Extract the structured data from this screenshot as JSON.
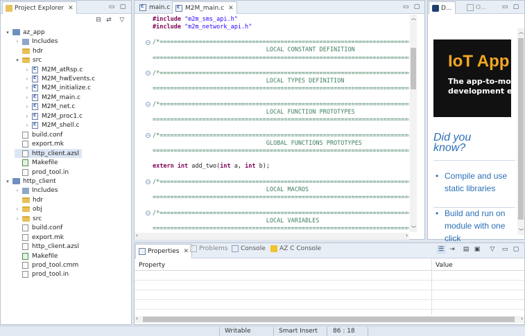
{
  "explorer": {
    "title": "Project Explorer",
    "close": "✕",
    "items": [
      {
        "label": "az_app",
        "icon": "project-icon",
        "level": 0,
        "arrow": "▾"
      },
      {
        "label": "Includes",
        "icon": "includes-icon",
        "level": 1,
        "arrow": "›"
      },
      {
        "label": "hdr",
        "icon": "folder-icon",
        "level": 1,
        "arrow": ""
      },
      {
        "label": "src",
        "icon": "folder-icon",
        "level": 1,
        "arrow": "▾"
      },
      {
        "label": "M2M_atRsp.c",
        "icon": "c-file-icon",
        "level": 2,
        "arrow": "›"
      },
      {
        "label": "M2M_hwEvents.c",
        "icon": "c-file-icon",
        "level": 2,
        "arrow": "›"
      },
      {
        "label": "M2M_initialize.c",
        "icon": "c-file-icon",
        "level": 2,
        "arrow": "›"
      },
      {
        "label": "M2M_main.c",
        "icon": "c-file-icon",
        "level": 2,
        "arrow": "›"
      },
      {
        "label": "M2M_net.c",
        "icon": "c-file-icon",
        "level": 2,
        "arrow": "›"
      },
      {
        "label": "M2M_proc1.c",
        "icon": "c-file-icon",
        "level": 2,
        "arrow": "›"
      },
      {
        "label": "M2M_shell.c",
        "icon": "c-file-icon",
        "level": 2,
        "arrow": "›"
      },
      {
        "label": "build.conf",
        "icon": "file-icon",
        "level": 1,
        "arrow": ""
      },
      {
        "label": "export.mk",
        "icon": "file-icon",
        "level": 1,
        "arrow": ""
      },
      {
        "label": "http_client.azsl",
        "icon": "file-icon",
        "level": 1,
        "arrow": "",
        "selected": true
      },
      {
        "label": "Makefile",
        "icon": "makefile-icon",
        "level": 1,
        "arrow": ""
      },
      {
        "label": "prod_tool.in",
        "icon": "file-icon",
        "level": 1,
        "arrow": ""
      },
      {
        "label": "http_client",
        "icon": "project-icon",
        "level": 0,
        "arrow": "▾"
      },
      {
        "label": "Includes",
        "icon": "includes-icon",
        "level": 1,
        "arrow": "›"
      },
      {
        "label": "hdr",
        "icon": "folder-icon",
        "level": 1,
        "arrow": ""
      },
      {
        "label": "obj",
        "icon": "folder-icon",
        "level": 1,
        "arrow": "›"
      },
      {
        "label": "src",
        "icon": "folder-icon",
        "level": 1,
        "arrow": "›"
      },
      {
        "label": "build.conf",
        "icon": "file-icon",
        "level": 1,
        "arrow": ""
      },
      {
        "label": "export.mk",
        "icon": "file-icon",
        "level": 1,
        "arrow": ""
      },
      {
        "label": "http_client.azsl",
        "icon": "file-icon",
        "level": 1,
        "arrow": ""
      },
      {
        "label": "Makefile",
        "icon": "makefile-icon",
        "level": 1,
        "arrow": ""
      },
      {
        "label": "prod_tool.cmm",
        "icon": "file-icon",
        "level": 1,
        "arrow": ""
      },
      {
        "label": "prod_tool.in",
        "icon": "file-icon",
        "level": 1,
        "arrow": ""
      }
    ]
  },
  "editor": {
    "tabs": [
      {
        "label": "main.c",
        "active": false
      },
      {
        "label": "M2M_main.c",
        "active": true,
        "close": "✕"
      }
    ],
    "lines": [
      {
        "fold": false,
        "parts": [
          {
            "t": "kw",
            "v": "#include "
          },
          {
            "t": "str",
            "v": "\"m2m_sms_api.h\""
          }
        ]
      },
      {
        "fold": false,
        "parts": [
          {
            "t": "kw",
            "v": "#include "
          },
          {
            "t": "str",
            "v": "\"m2m_network_api.h\""
          }
        ]
      },
      {
        "fold": false,
        "parts": []
      },
      {
        "fold": true,
        "parts": [
          {
            "t": "cm",
            "v": "/*=========================================================================="
          }
        ]
      },
      {
        "fold": false,
        "parts": [
          {
            "t": "cm",
            "v": "                                LOCAL CONSTANT DEFINITION"
          }
        ]
      },
      {
        "fold": false,
        "parts": [
          {
            "t": "cm",
            "v": "==========================================================================="
          }
        ]
      },
      {
        "fold": false,
        "parts": []
      },
      {
        "fold": true,
        "parts": [
          {
            "t": "cm",
            "v": "/*=========================================================================="
          }
        ]
      },
      {
        "fold": false,
        "parts": [
          {
            "t": "cm",
            "v": "                                LOCAL TYPES DEFINITION"
          }
        ]
      },
      {
        "fold": false,
        "parts": [
          {
            "t": "cm",
            "v": "==========================================================================="
          }
        ]
      },
      {
        "fold": false,
        "parts": []
      },
      {
        "fold": true,
        "parts": [
          {
            "t": "cm",
            "v": "/*=========================================================================="
          }
        ]
      },
      {
        "fold": false,
        "parts": [
          {
            "t": "cm",
            "v": "                                LOCAL FUNCTION PROTOTYPES"
          }
        ]
      },
      {
        "fold": false,
        "parts": [
          {
            "t": "cm",
            "v": "==========================================================================="
          }
        ]
      },
      {
        "fold": false,
        "parts": []
      },
      {
        "fold": true,
        "parts": [
          {
            "t": "cm",
            "v": "/*=========================================================================="
          }
        ]
      },
      {
        "fold": false,
        "parts": [
          {
            "t": "cm",
            "v": "                                GLOBAL FUNCTIONS PROTOTYPES"
          }
        ]
      },
      {
        "fold": false,
        "parts": [
          {
            "t": "cm",
            "v": "==========================================================================="
          }
        ]
      },
      {
        "fold": false,
        "parts": []
      },
      {
        "fold": false,
        "parts": [
          {
            "t": "kw",
            "v": "extern int "
          },
          {
            "t": "n",
            "v": "add_two("
          },
          {
            "t": "kw",
            "v": "int "
          },
          {
            "t": "n",
            "v": "a, "
          },
          {
            "t": "kw",
            "v": "int "
          },
          {
            "t": "n",
            "v": "b);"
          }
        ]
      },
      {
        "fold": false,
        "parts": []
      },
      {
        "fold": true,
        "parts": [
          {
            "t": "cm",
            "v": "/*=========================================================================="
          }
        ]
      },
      {
        "fold": false,
        "parts": [
          {
            "t": "cm",
            "v": "                                LOCAL MACROS"
          }
        ]
      },
      {
        "fold": false,
        "parts": [
          {
            "t": "cm",
            "v": "==========================================================================="
          }
        ]
      },
      {
        "fold": false,
        "parts": []
      },
      {
        "fold": true,
        "parts": [
          {
            "t": "cm",
            "v": "/*=========================================================================="
          }
        ]
      },
      {
        "fold": false,
        "parts": [
          {
            "t": "cm",
            "v": "                                LOCAL VARIABLES"
          }
        ]
      },
      {
        "fold": false,
        "parts": [
          {
            "t": "cm",
            "v": "==========================================================================="
          }
        ]
      }
    ]
  },
  "right_panel": {
    "tabs": [
      {
        "label": "D..."
      },
      {
        "label": "O..."
      }
    ],
    "banner_title": "IoT App",
    "banner_sub1": "The app-to-modu",
    "banner_sub2": "development env",
    "did_you_know": "Did you know?",
    "bullets": [
      "Compile and use static libraries",
      "Build and run on module with one click"
    ]
  },
  "properties": {
    "tabs": [
      {
        "label": "Properties",
        "active": true
      },
      {
        "label": "Problems",
        "active": false
      },
      {
        "label": "Console",
        "active": false
      },
      {
        "label": "AZ C Console",
        "active": false
      }
    ],
    "columns": [
      "Property",
      "Value"
    ]
  },
  "status": {
    "writable": "Writable",
    "insert_mode": "Smart Insert",
    "position": "86 : 18"
  },
  "colors": {
    "accent": "#2b6fb6",
    "banner_bg": "#111111",
    "banner_title": "#f5a623"
  }
}
